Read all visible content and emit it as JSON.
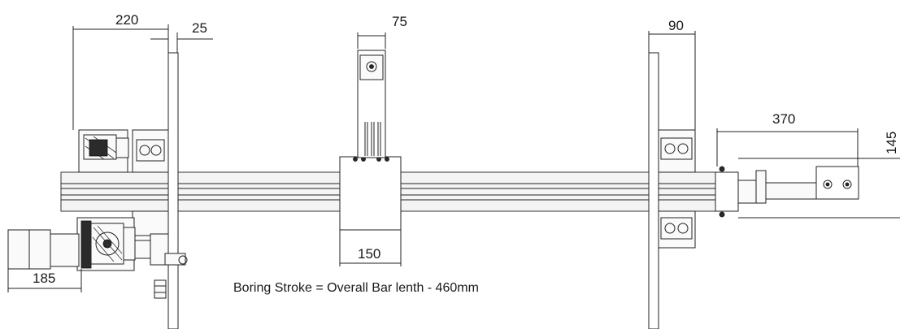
{
  "dimensions": {
    "d220": "220",
    "d25": "25",
    "d75": "75",
    "d90": "90",
    "d370": "370",
    "d145": "145",
    "d150": "150",
    "d185": "185"
  },
  "note": "Boring Stroke = Overall Bar lenth - 460mm",
  "colors": {
    "line": "#222222",
    "background": "#ffffff"
  }
}
